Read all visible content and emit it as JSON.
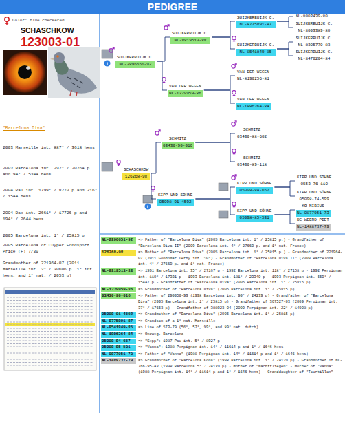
{
  "diagram": {
    "title": "PEDIGREE",
    "nodes": [
      {
        "text": [
          "SUIJKERBUIJK C.",
          "NL-2896651-92"
        ]
      },
      {
        "text": [
          "SCHASCHKOW",
          "126268-98"
        ]
      },
      {
        "text": [
          "SUIJKERBUIJK C.",
          "NL-8819513-88"
        ]
      },
      {
        "text": [
          "VAN DER WEGEN",
          "NL-1339959-86"
        ]
      },
      {
        "text": [
          "SCHMITZ",
          "03430-90-016"
        ]
      },
      {
        "text": [
          "KIPP UND SÖHNE",
          "05098-91-4592"
        ]
      },
      {
        "text": [
          "SUIJKERBUIJK C.",
          "NL-8775891-87"
        ]
      },
      {
        "text": [
          "SUIJKERBUIJK C.",
          "NL-8541849-85"
        ]
      },
      {
        "text": [
          "VAN DER WEGEN",
          "NL-8190256-81"
        ]
      },
      {
        "text": [
          "VAN DER WEGEN",
          "NL-1886364-84"
        ]
      },
      {
        "text": [
          "SCHMITZ",
          "03430-88-602"
        ]
      },
      {
        "text": [
          "SCHMITZ",
          "03430-89-118"
        ]
      },
      {
        "text": [
          "KIPP UND SÖHNE",
          "05098-84-657"
        ]
      },
      {
        "text": [
          "KIPP UND SÖHNE",
          "05098-85-531"
        ]
      },
      {
        "text": [
          "NL-8003439-80"
        ]
      },
      {
        "text": [
          "SUIJKERBUIJK C.",
          "NL-8003389-80"
        ]
      },
      {
        "text": [
          "SUIJKERBUIJK C.",
          "NL-8305770-83"
        ]
      },
      {
        "text": [
          "SUIJKERBUIJK C.",
          "NL-8470204-84"
        ]
      },
      {
        "text": [
          "KIPP UND SÖHNE",
          "0553-76-110"
        ]
      },
      {
        "text": [
          "KIPP UND SÖHNE",
          "05098-74-599"
        ]
      },
      {
        "text": [
          "KO NIBIUS",
          "NL-0877951-73"
        ]
      },
      {
        "text": [
          "DE WEERD PIET",
          "NL-1488737-79"
        ]
      }
    ],
    "edges": [
      {
        "from": 0,
        "to": 2,
        "arrow": "none"
      },
      {
        "from": 0,
        "to": 3,
        "arrow": "none"
      },
      {
        "from": 1,
        "to": 4,
        "arrow": "none"
      },
      {
        "from": 1,
        "to": 5,
        "arrow": "none"
      },
      {
        "from": 2,
        "to": 6,
        "arrow": "none"
      },
      {
        "from": 2,
        "to": 7,
        "arrow": "none"
      },
      {
        "from": 3,
        "to": 8,
        "arrow": "none"
      },
      {
        "from": 3,
        "to": 9,
        "arrow": "none"
      },
      {
        "from": 4,
        "to": 10,
        "arrow": "none"
      },
      {
        "from": 4,
        "to": 11,
        "arrow": "none"
      },
      {
        "from": 5,
        "to": 12,
        "arrow": "none"
      },
      {
        "from": 5,
        "to": 13,
        "arrow": "none"
      },
      {
        "from": 6,
        "to": 14,
        "arrow": "none"
      },
      {
        "from": 6,
        "to": 15,
        "arrow": "none"
      },
      {
        "from": 7,
        "to": 16,
        "arrow": "none"
      },
      {
        "from": 7,
        "to": 17,
        "arrow": "none"
      },
      {
        "from": 12,
        "to": 18,
        "arrow": "none"
      },
      {
        "from": 12,
        "to": 19,
        "arrow": "none"
      },
      {
        "from": 13,
        "to": 20,
        "arrow": "none"
      },
      {
        "from": 13,
        "to": 21,
        "arrow": "none"
      }
    ],
    "labels": [
      "Color: blue checkered",
      "SCHASCHKOW",
      "123003-01",
      "\"Barcelona Diva\"",
      "2003 Marseille int. 887° / 3618 hens",
      "2003 Barcelona int. 292° / 20264 p and 94° / 5344 hens",
      "2004 Pau int. 1799° / 8270 p and 216° / 1544 hens",
      "2004 Dax int. 2661° / 17726 p and 194° / 2644 hens",
      "2005 Barcelona int. 1° / 25815 p",
      "2005 Barcelona of Cuyper Fondsport Price (F) 7/30",
      "Grandmother of 221964-07 (2011 Marseille int. 3° / 30606 p. 1° int. hens, and 1° nat. / 2053 p)",
      "NL-2896651-92",
      "=> Father of \"Barcelona Diva\" (2005 Barcelona int. 1° / 25815 p.) - Grandfather of \"Barcelona Diva II\" (2009 Barcelona int. 4° / 27669 p. and 1° nat. France)",
      "126268-98",
      "=> Mother of \"Barcelona Diva\" (2005 Barcelona int. 1° / 25815 p.) - Grandmother of 221964-07 (2011 Gondomar Derby int. 10°) - Grandmother of \"Barcelona Diva II\" (2009 Barcelona int. 4° / 27669 p. and 1° nat. France)",
      "NL-8819513-88",
      "=> 1991 Barcelona int. 35° / 27167 p - 1992 Barcelona int. 118° / 27158 p - 1992 Perpignan int. 110° / 17331 p - 1993 Barcelona int. 181° / 23340 p - 1993 Perpignan int. 559° / 15447 p - Grandfather of \"Barcelona Diva\" (2005 Barcelona int. 1° / 25815 p)",
      "NL-1339959-86",
      "=> Grandmother of \"Barcelona Diva\" (2005 Barcelona int. 1° / 25815 p)",
      "03430-90-016",
      "=> Father of 290050-93 (1998 Barcelona int. 90° / 24239 p) - Grandfather of \"Barcelona Diva\" (2005 Barcelona int. 1° / 25815 p) - Grandfather of 367527-03 (2009 Perpignan int. 37° / 17653 p) - Grandfather of 388923-04 (2009 Perpignan int. 22° / 14908 p)",
      "05098-91-4592",
      "=> Grandmother of \"Barcelona Diva\" (2005 Barcelona int. 1° / 25815 p)",
      "NL-8775891-87",
      "=> Grandson of a 1° nat. Marseille",
      "NL-8541849-85",
      "=> Line of 573-79 (56°, 57°, 99°, and 89° nat. dutch)",
      "NL-1886364-84",
      "=> Onzweg. Barcelona",
      "05098-84-657",
      "=> \"Sepp\": 1987 Pau int. 5° / 8927 p",
      "05098-85-531",
      "=> \"Vanna\": 1988 Perpignan int. 14° / 11614 p and 1° / 1646 hens",
      "NL-0877951-73",
      "=> Father of \"Vanna\" (1988 Perpignan int. 14° / 11614 p and 1° / 1646 hens)",
      "NL-1488737-79",
      "=> Grandmother of \"Barcelona Kona\" (1998 Barcelona int. 1° / 24139 p) - Grandmother of NL-766-95-43 (1998 Barcelona 5° / 24139 p) - Mother of \"Nachtfliegen\" - Mother of \"Vanna\" (1988 Perpignan int. 14° / 11614 p and 1° / 1646 hens) - Granddaughter of \"Tourbillon\""
    ]
  }
}
